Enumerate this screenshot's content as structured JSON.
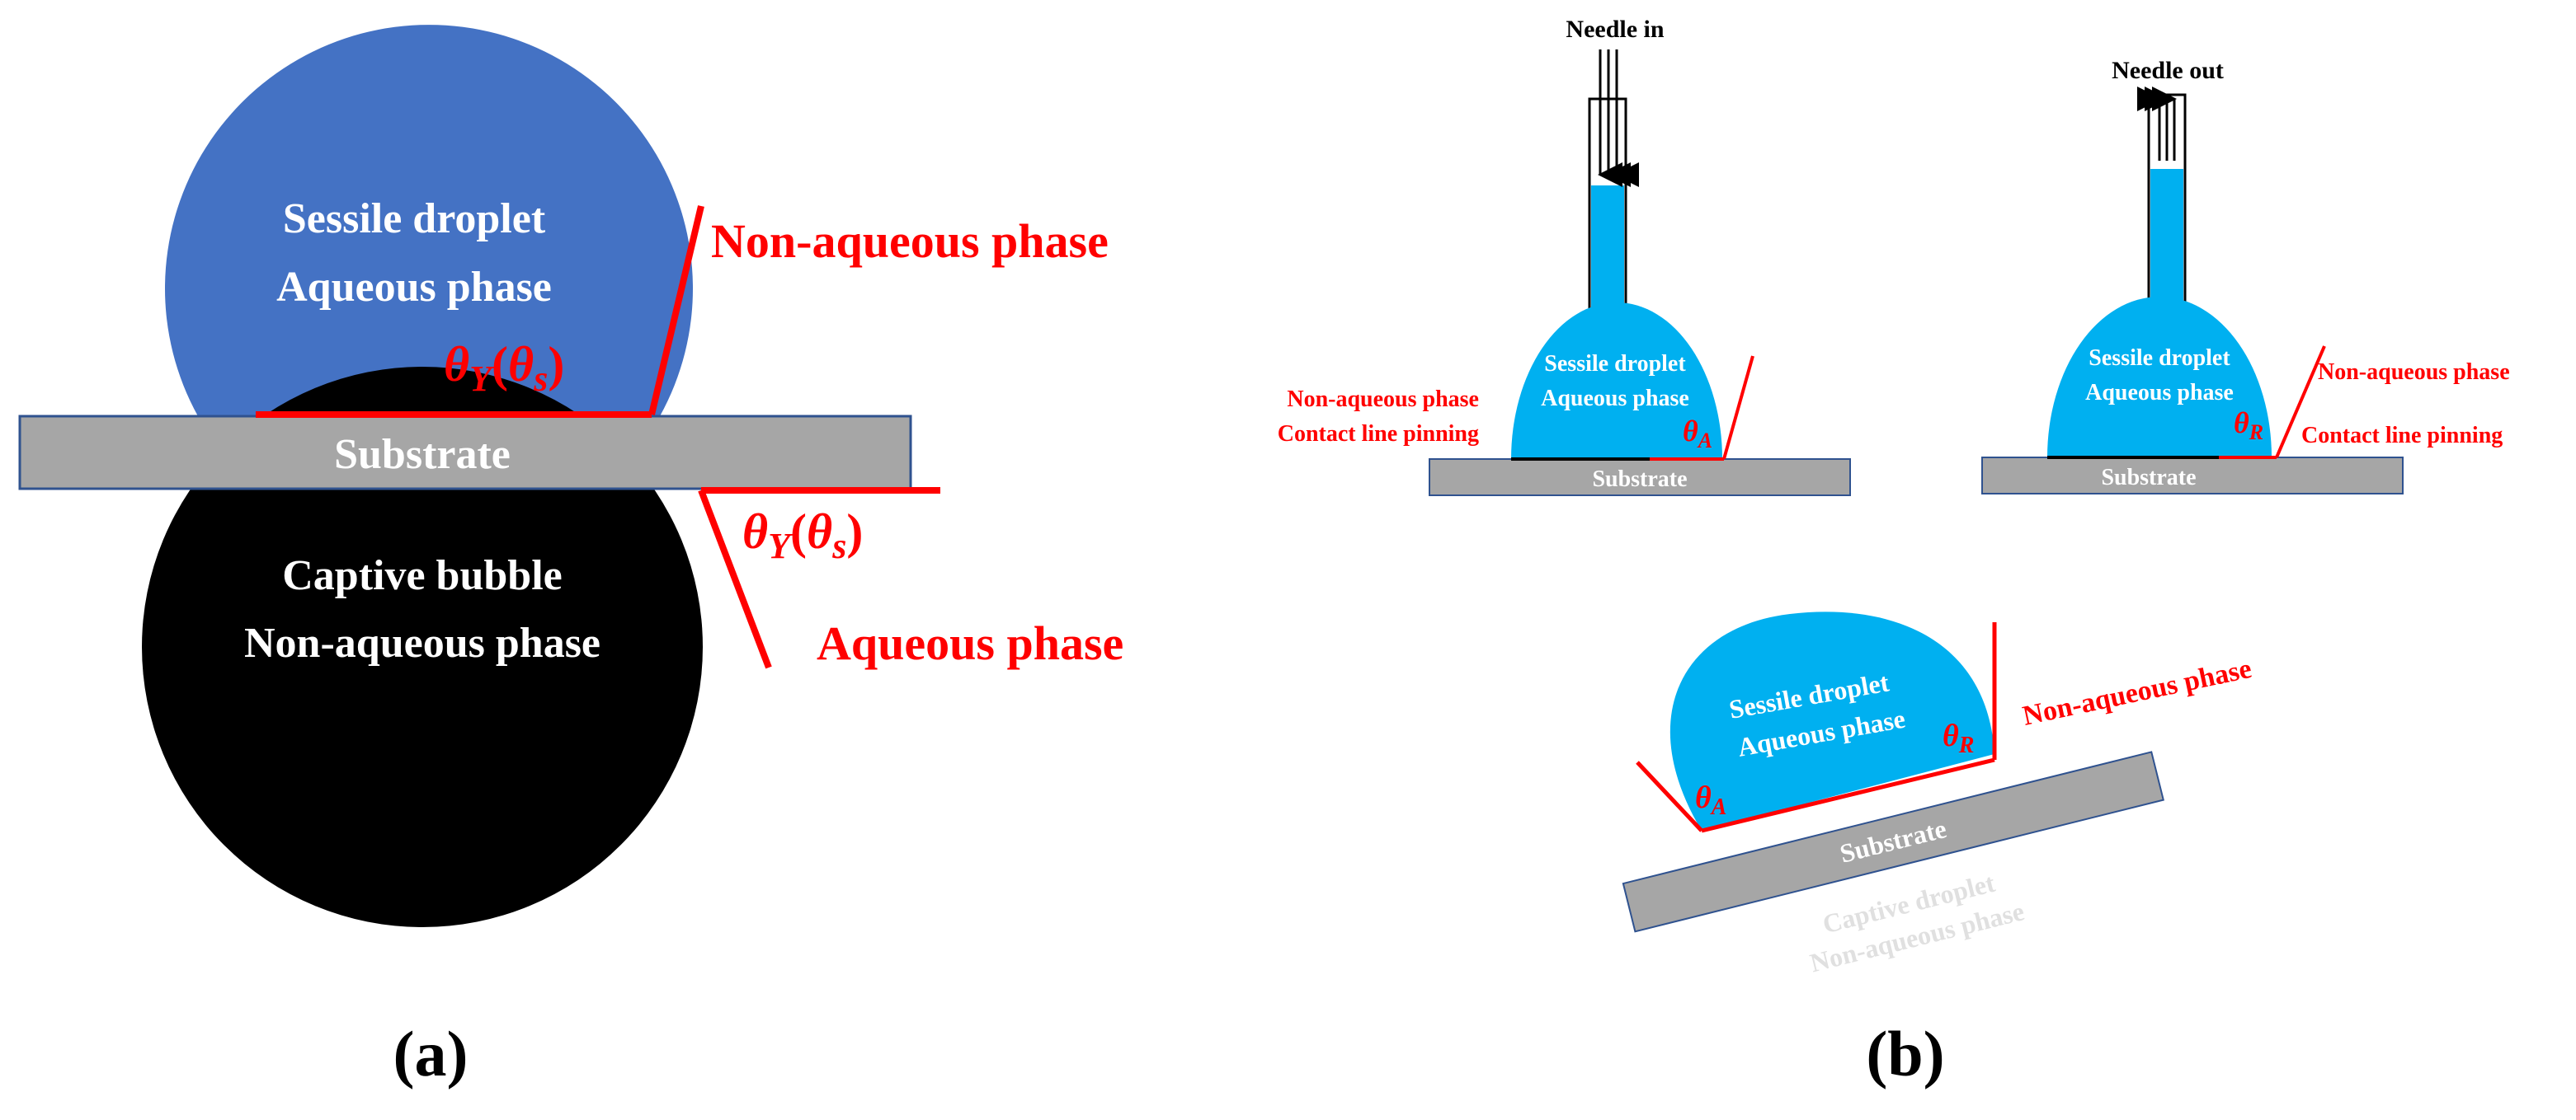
{
  "colors": {
    "water_blue_a": "#4472c4",
    "water_blue_b": "#00b0f0",
    "bubble_black": "#000000",
    "substrate_gray": "#a6a6a6",
    "red": "#ff0000",
    "text_white": "#ffffff",
    "ghost_text": "#e0e0e0"
  },
  "panel_a": {
    "droplet_line1": "Sessile droplet",
    "droplet_line2": "Aqueous phase",
    "non_aqueous_label": "Non-aqueous phase",
    "theta_top": "θ",
    "theta_top_sub": "Y",
    "theta_top_paren_open": "(",
    "theta_top_theta2": "θ",
    "theta_top_sub2": "s",
    "theta_top_paren_close": ")",
    "substrate_label": "Substrate",
    "theta_bottom": "θ",
    "theta_bottom_sub": "Y",
    "theta_bottom_paren_open": "(",
    "theta_bottom_theta2": "θ",
    "theta_bottom_sub2": "s",
    "theta_bottom_paren_close": ")",
    "bubble_line1": "Captive bubble",
    "bubble_line2": "Non-aqueous phase",
    "aqueous_label": "Aqueous phase",
    "caption": "(a)"
  },
  "panel_b": {
    "left": {
      "needle_label": "Needle in",
      "droplet_line1": "Sessile droplet",
      "droplet_line2": "Aqueous phase",
      "side_line1": "Non-aqueous phase",
      "side_line2": "Contact line pinning",
      "theta": "θ",
      "theta_sub": "A",
      "substrate_label": "Substrate"
    },
    "right": {
      "needle_label": "Needle out",
      "droplet_line1": "Sessile droplet",
      "droplet_line2": "Aqueous phase",
      "side_line1": "Non-aqueous phase",
      "side_line2": "Contact line pinning",
      "theta": "θ",
      "theta_sub": "R",
      "substrate_label": "Substrate"
    },
    "tilted": {
      "droplet_line1": "Sessile droplet",
      "droplet_line2": "Aqueous phase",
      "theta_a": "θ",
      "theta_a_sub": "A",
      "theta_r": "θ",
      "theta_r_sub": "R",
      "non_aqueous_label": "Non-aqueous phase",
      "substrate_label": "Substrate",
      "ghost_line1": "Captive droplet",
      "ghost_line2": "Non-aqueous phase"
    },
    "caption": "(b)"
  }
}
